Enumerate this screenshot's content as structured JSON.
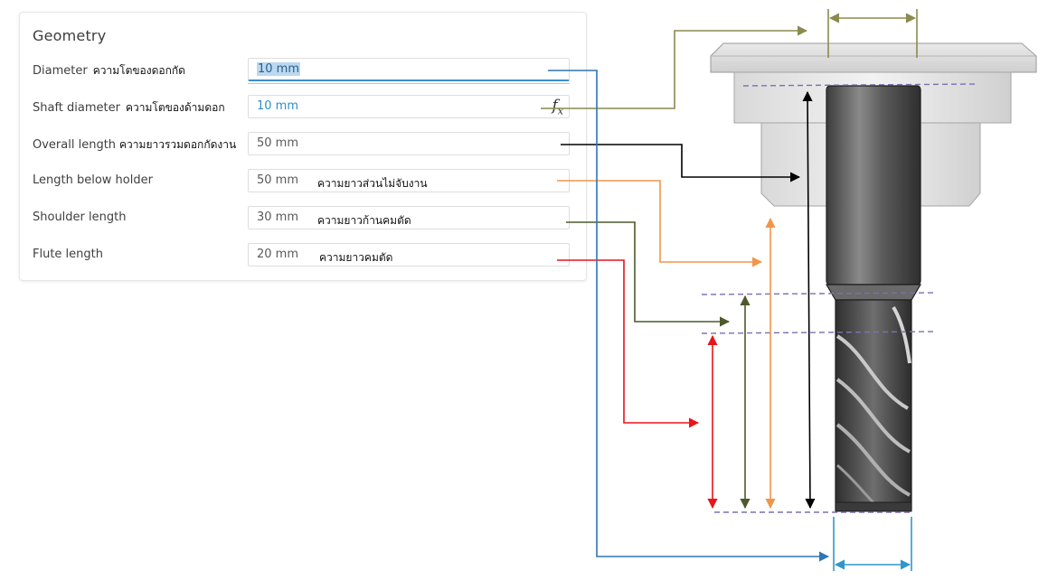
{
  "panel": {
    "title": "Geometry",
    "rows": [
      {
        "id": "diameter",
        "label": "Diameter",
        "thai": "ความโตของดอกกัด",
        "value": "10 mm",
        "color": "#2e75b6"
      },
      {
        "id": "shaft",
        "label": "Shaft diameter",
        "thai": "ความโตของด้ามดอก",
        "value": "10 mm",
        "fx": "f",
        "fx_sub": "x",
        "color": "#8b8a4f"
      },
      {
        "id": "overall",
        "label": "Overall length",
        "thai": "ความยาวรวมดอกกัดงาน",
        "value": "50 mm",
        "color": "#000000"
      },
      {
        "id": "below",
        "label": "Length below holder",
        "thai": "ความยาวส่วนไม่จับงาน",
        "value": "50 mm",
        "color": "#f0964a"
      },
      {
        "id": "shoulder",
        "label": "Shoulder length",
        "thai": "ความยาวก้านคมตัด",
        "value": "30 mm",
        "color": "#4d5a2b"
      },
      {
        "id": "flute",
        "label": "Flute length",
        "thai": "ความยาวคมตัด",
        "value": "20 mm",
        "color": "#e8141b"
      }
    ]
  },
  "diagram_colors": {
    "guide_dash": "#7f6fb1",
    "diameter_dim": "#2f97c9",
    "holder_light": "#e8e8e8",
    "holder_mid": "#cfcfcf",
    "tool_dark": "#4b4b4b"
  }
}
